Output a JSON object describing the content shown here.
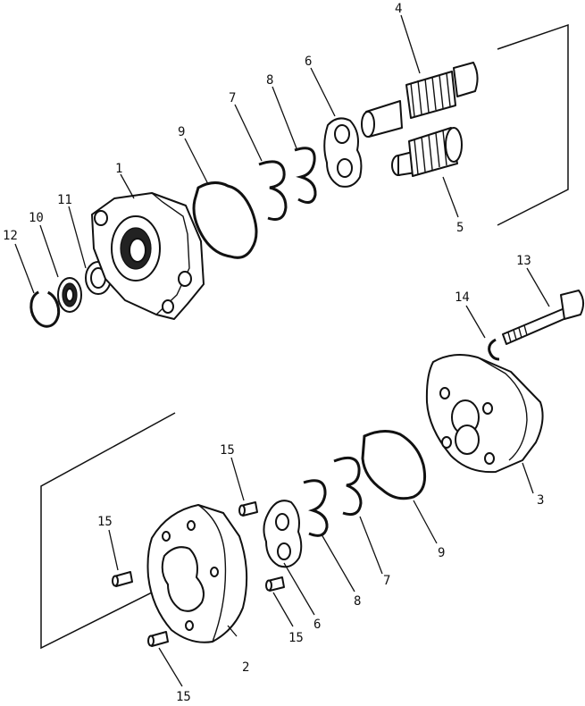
{
  "callouts": [
    {
      "id": "c1",
      "text": "1"
    },
    {
      "id": "c2",
      "text": "2"
    },
    {
      "id": "c3",
      "text": "3"
    },
    {
      "id": "c4",
      "text": "4"
    },
    {
      "id": "c5",
      "text": "5"
    },
    {
      "id": "c6a",
      "text": "6"
    },
    {
      "id": "c6b",
      "text": "6"
    },
    {
      "id": "c7a",
      "text": "7"
    },
    {
      "id": "c7b",
      "text": "7"
    },
    {
      "id": "c8a",
      "text": "8"
    },
    {
      "id": "c8b",
      "text": "8"
    },
    {
      "id": "c9a",
      "text": "9"
    },
    {
      "id": "c9b",
      "text": "9"
    },
    {
      "id": "c10",
      "text": "10"
    },
    {
      "id": "c11",
      "text": "11"
    },
    {
      "id": "c12",
      "text": "12"
    },
    {
      "id": "c13",
      "text": "13"
    },
    {
      "id": "c14",
      "text": "14"
    },
    {
      "id": "c15a",
      "text": "15"
    },
    {
      "id": "c15b",
      "text": "15"
    },
    {
      "id": "c15c",
      "text": "15"
    },
    {
      "id": "c15d",
      "text": "15"
    }
  ]
}
